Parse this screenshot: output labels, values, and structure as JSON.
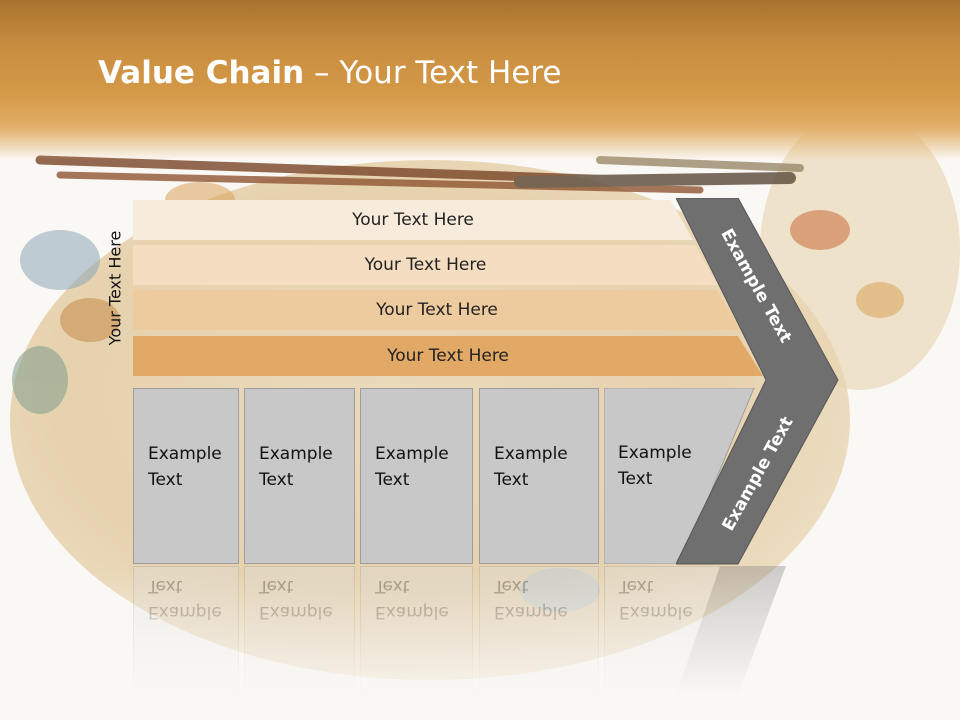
{
  "title": {
    "bold": "Value Chain",
    "rest": " – Your Text Here"
  },
  "side_label": "Your Text Here",
  "bands": [
    {
      "label": "Your Text Here",
      "color": "#f7ecdb"
    },
    {
      "label": "Your Text Here",
      "color": "#f4ddc0"
    },
    {
      "label": "Your Text Here",
      "color": "#eecb9f"
    },
    {
      "label": "Your Text Here",
      "color": "#e2a866"
    }
  ],
  "arrow": {
    "top_label": "Example Text",
    "bottom_label": "Example Text",
    "color": "#6f6f6f"
  },
  "columns": [
    {
      "line1": "Example",
      "line2": "Text"
    },
    {
      "line1": "Example",
      "line2": "Text"
    },
    {
      "line1": "Example",
      "line2": "Text"
    },
    {
      "line1": "Example",
      "line2": "Text"
    },
    {
      "line1": "Example",
      "line2": "Text"
    }
  ]
}
